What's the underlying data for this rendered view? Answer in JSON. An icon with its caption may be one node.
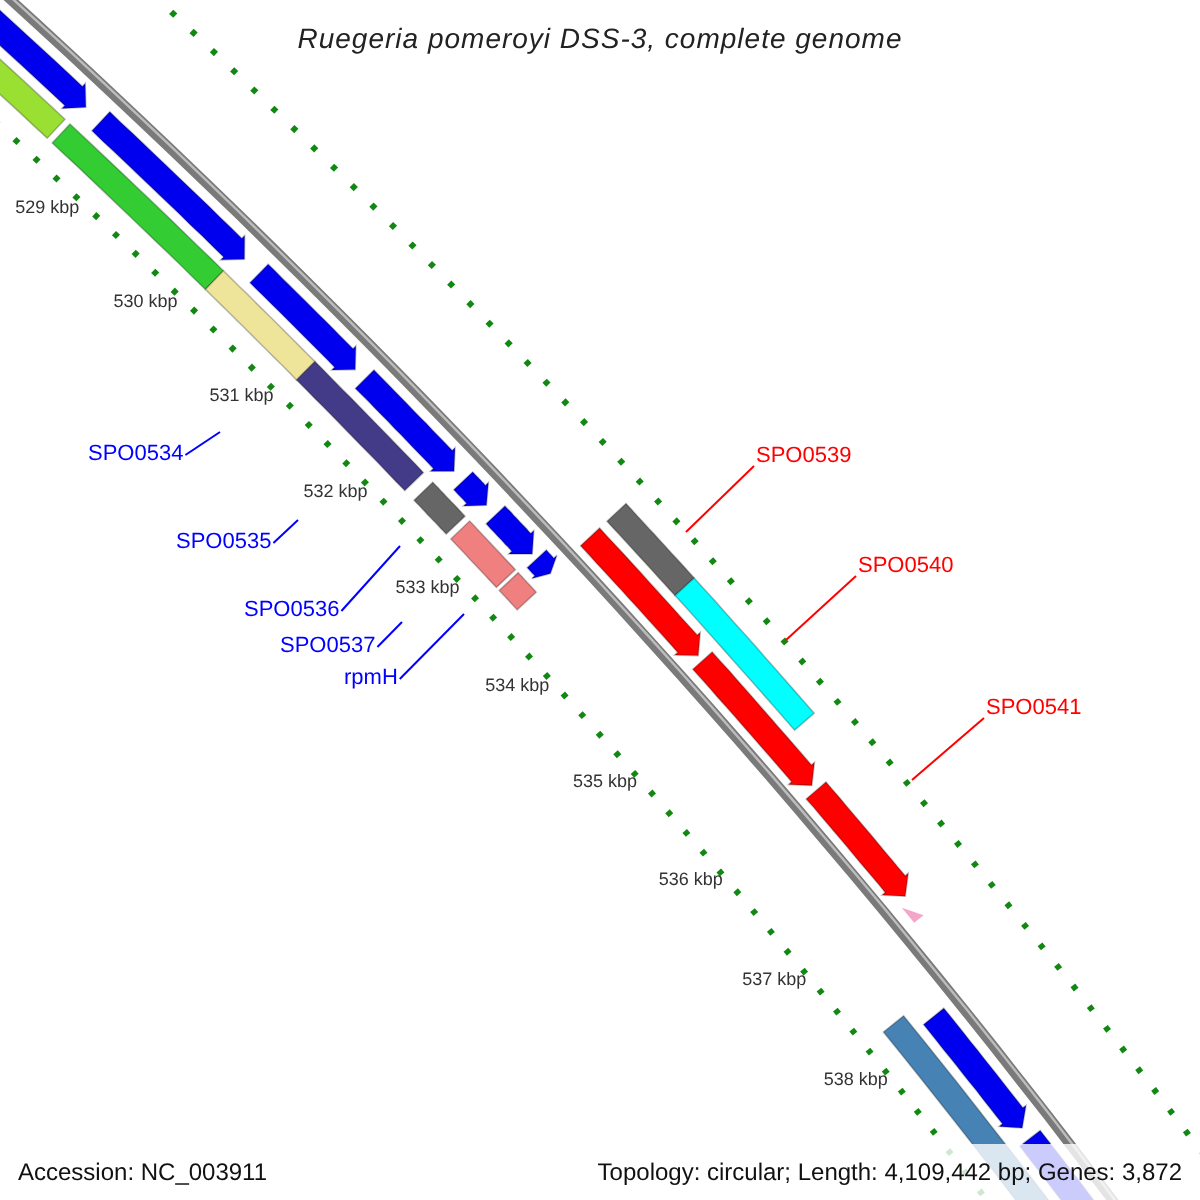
{
  "diagram": {
    "title": "Ruegeria pomeroyi DSS-3, complete genome",
    "nodes": [
      {
        "text": [
          "SPO0534"
        ]
      },
      {
        "text": [
          "SPO0535"
        ]
      },
      {
        "text": [
          "SPO0536"
        ]
      },
      {
        "text": [
          "SPO0537"
        ]
      },
      {
        "text": [
          "rpmH"
        ]
      },
      {
        "text": [
          "SPO0539"
        ]
      },
      {
        "text": [
          "SPO0540"
        ]
      },
      {
        "text": [
          "SPO0541"
        ]
      }
    ],
    "edges": [
      {
        "from": 0,
        "to": null,
        "arrow": "none"
      },
      {
        "from": 1,
        "to": null,
        "arrow": "none"
      },
      {
        "from": 2,
        "to": null,
        "arrow": "none"
      },
      {
        "from": 3,
        "to": null,
        "arrow": "none"
      },
      {
        "from": 4,
        "to": null,
        "arrow": "none"
      },
      {
        "from": 5,
        "to": null,
        "arrow": "none",
        "color": "#ff0000"
      },
      {
        "from": 6,
        "to": null,
        "arrow": "none",
        "color": "#ff0000"
      },
      {
        "from": 7,
        "to": null,
        "arrow": "none",
        "color": "#ff0000"
      }
    ],
    "labels": [
      "529 kbp",
      "530 kbp",
      "531 kbp",
      "532 kbp",
      "533 kbp",
      "534 kbp",
      "535 kbp",
      "536 kbp",
      "537 kbp",
      "538 kbp",
      "Accession: NC_003911",
      "Topology: circular; Length: 4,109,442 bp; Genes: 3,872"
    ]
  }
}
